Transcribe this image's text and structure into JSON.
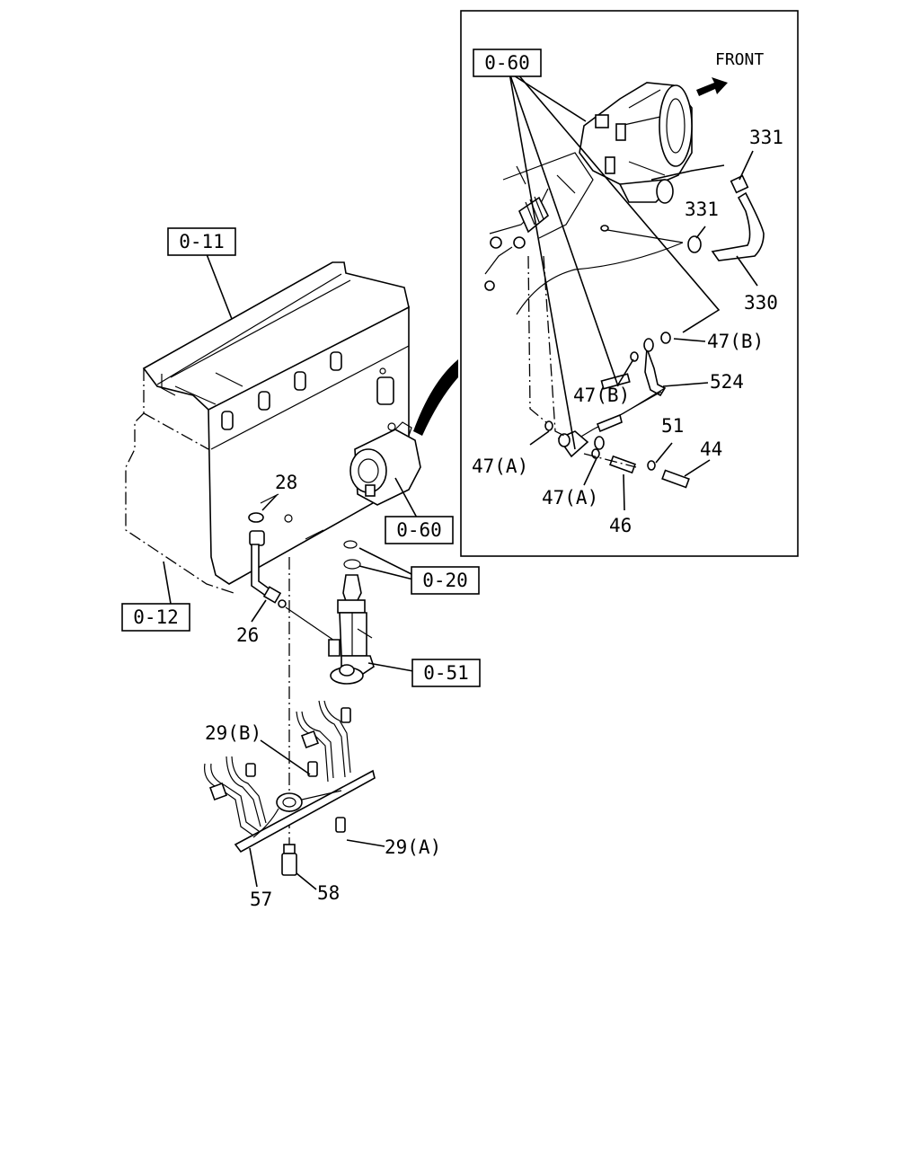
{
  "diagram": {
    "ref_boxes": {
      "inset_0_60": "0-60",
      "engine_0_11": "0-11",
      "engine_0_60": "0-60",
      "engine_0_20": "0-20",
      "engine_0_12": "0-12",
      "engine_0_51": "0-51"
    },
    "direction_label": "FRONT",
    "callouts": {
      "c331_top": "331",
      "c331_mid": "331",
      "c330": "330",
      "c47b_right": "47(B)",
      "c524": "524",
      "c47b_left": "47(B)",
      "c51": "51",
      "c44": "44",
      "c47a_left": "47(A)",
      "c47a_mid": "47(A)",
      "c46": "46",
      "c28": "28",
      "c26": "26",
      "c29b": "29(B)",
      "c29a": "29(A)",
      "c57": "57",
      "c58": "58"
    }
  }
}
